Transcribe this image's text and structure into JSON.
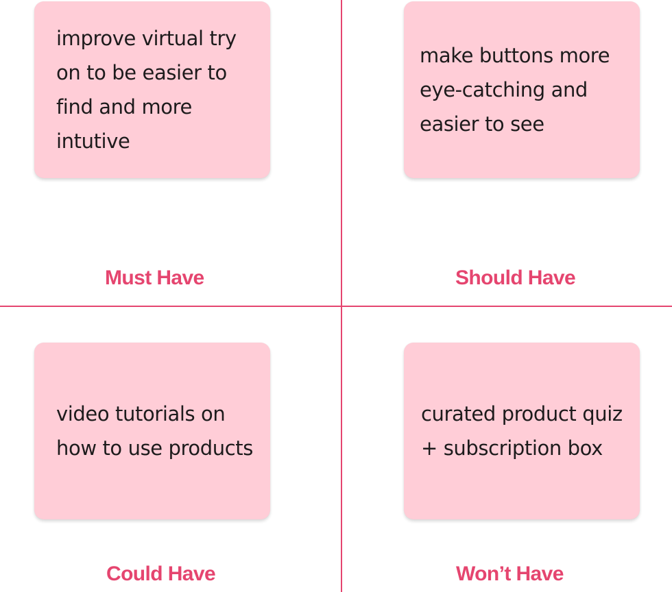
{
  "colors": {
    "accent": "#e5456f",
    "note_fill": "#ffcdd7",
    "note_text": "#1d1b1c",
    "background": "#ffffff"
  },
  "quadrants": {
    "must_have": {
      "label": "Must Have",
      "note": "improve virtual try on to be easier to find and more intutive"
    },
    "should_have": {
      "label": "Should Have",
      "note": "make buttons more eye-catching and easier to see"
    },
    "could_have": {
      "label": "Could Have",
      "note": "video tutorials on how to use products"
    },
    "wont_have": {
      "label": "Won’t Have",
      "note": "curated product quiz + subscription box"
    }
  }
}
